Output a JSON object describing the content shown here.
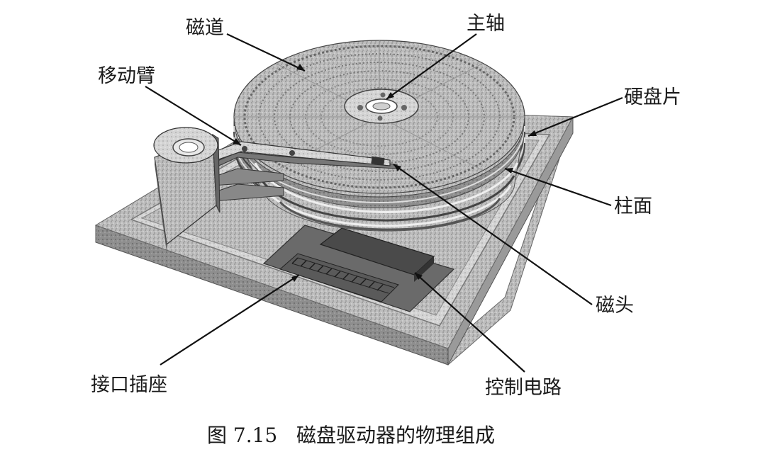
{
  "labels": {
    "track": "磁道",
    "spindle": "主轴",
    "arm": "移动臂",
    "platter": "硬盘片",
    "cylinder": "柱面",
    "head": "磁头",
    "connector": "接口插座",
    "circuit": "控制电路"
  },
  "caption": "图 7.15   磁盘驱动器的物理组成"
}
